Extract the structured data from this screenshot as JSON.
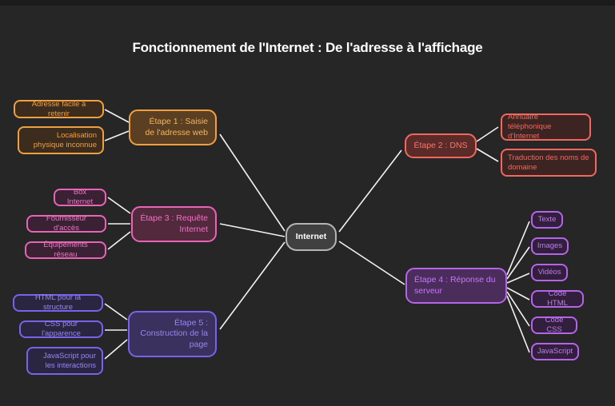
{
  "title": "Fonctionnement de l'Internet : De l'adresse à l'affichage",
  "center": "Internet",
  "colors": {
    "background": "#262626",
    "step1": "#f0a040",
    "step2": "#f0685e",
    "step3": "#e764b6",
    "step4": "#b564e8",
    "step5": "#7a62ec"
  },
  "step1": {
    "label": "Étape 1 : Saisie de l'adresse web",
    "items": [
      "Adresse facile à retenir",
      "Localisation physique inconnue"
    ]
  },
  "step2": {
    "label": "Étape 2 : DNS",
    "items": [
      "Annuaire téléphonique d'Internet",
      "Traduction des noms de domaine"
    ]
  },
  "step3": {
    "label": "Étape 3 : Requête Internet",
    "items": [
      "Box Internet",
      "Fournisseur d'accès",
      "Équipements réseau"
    ]
  },
  "step4": {
    "label": "Étape 4 : Réponse du serveur",
    "items": [
      "Texte",
      "Images",
      "Vidéos",
      "Code HTML",
      "Code CSS",
      "JavaScript"
    ]
  },
  "step5": {
    "label": "Étape 5 : Construction de la page",
    "items": [
      "HTML pour la structure",
      "CSS pour l'apparence",
      "JavaScript pour les interactions"
    ]
  }
}
